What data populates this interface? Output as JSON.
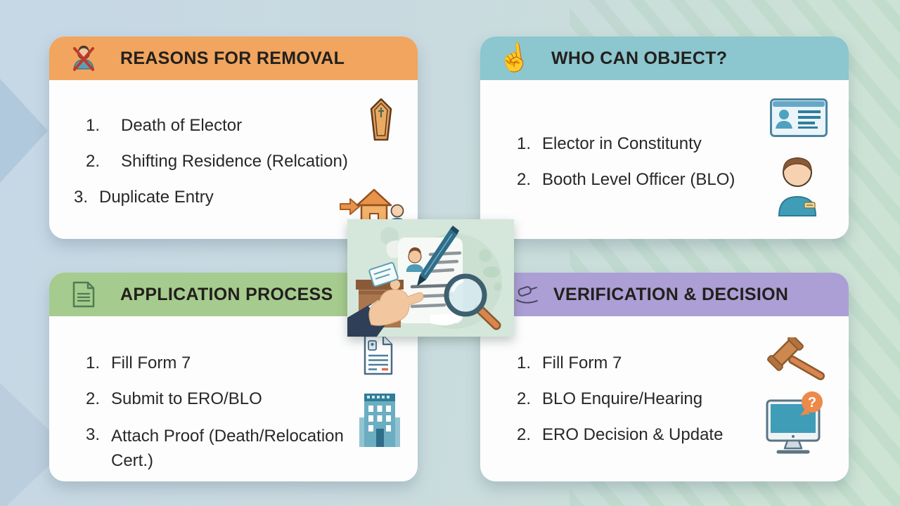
{
  "colors": {
    "bg_left": "#c6d7e6",
    "bg_right": "#cde4d3",
    "card_bg": "#fdfdfe",
    "text": "#282828",
    "title": "#22201d",
    "header_orange": "#f1a55e",
    "header_teal": "#8cc6cf",
    "header_green": "#a6cb8e",
    "header_purple": "#ac9fd5"
  },
  "glyphs": {
    "pointing_hand": "☝",
    "question_mark": "?"
  },
  "cards": [
    {
      "title": "REASONS FOR REMOVAL",
      "header_color": "#f1a55e",
      "header_icon": "removed-person-icon",
      "items": [
        {
          "num": "1.",
          "text": "Death of Elector"
        },
        {
          "num": "2.",
          "text": "Shifting Residence (Relcation)"
        },
        {
          "num": "3.",
          "text": "Duplicate Entry"
        }
      ],
      "side_icons": [
        "coffin-icon",
        "house-relocation-icon"
      ]
    },
    {
      "title": "WHO CAN OBJECT?",
      "header_color": "#8cc6cf",
      "header_icon": "pointing-hand-icon",
      "items": [
        {
          "num": "1.",
          "text": "Elector in Constitunty"
        },
        {
          "num": "2.",
          "text": "Booth Level Officer (BLO)"
        }
      ],
      "side_icons": [
        "voter-id-card-icon",
        "blo-officer-icon"
      ]
    },
    {
      "title": "APPLICATION PROCESS",
      "header_color": "#a6cb8e",
      "header_icon": "document-icon",
      "items": [
        {
          "num": "1.",
          "text": "Fill Form 7"
        },
        {
          "num": "2.",
          "text": "Submit to ERO/BLO"
        },
        {
          "num": "3.",
          "text": "Attach Proof (Death/Relocation Cert.)"
        }
      ],
      "side_icons": [
        "form-document-icon",
        "office-building-icon"
      ]
    },
    {
      "title": "VERIFICATION & DECISION",
      "header_color": "#ac9fd5",
      "header_icon": "gavel-outline-icon",
      "items": [
        {
          "num": "1.",
          "text": "Fill Form 7"
        },
        {
          "num": "2.",
          "text": "BLO Enquire/Hearing"
        },
        {
          "num": "2.",
          "text": "ERO Decision & Update"
        }
      ],
      "side_icons": [
        "gavel-icon",
        "monitor-question-icon"
      ]
    }
  ],
  "center_illustration": {
    "description": "hand from ballot box signing a document with pen, magnifying glass",
    "icons": [
      "ballot-box-icon",
      "hand-icon",
      "pen-icon",
      "document-icon",
      "magnifier-icon",
      "avatar-icon",
      "note-icon"
    ]
  }
}
